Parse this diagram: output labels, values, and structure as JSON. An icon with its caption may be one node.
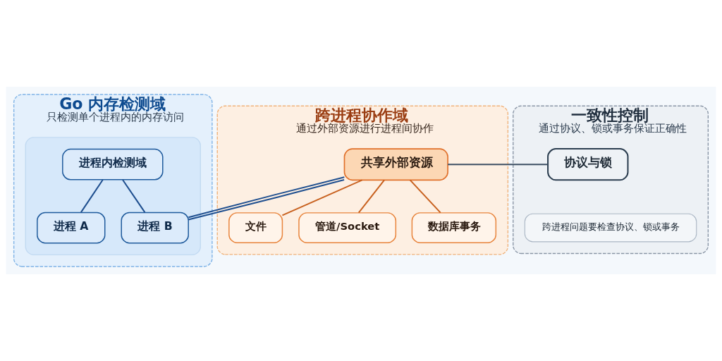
{
  "diagram": {
    "nodes": [
      {
        "text": [
          "Go 内存检测域",
          "只检测单个进程内的内存访问"
        ]
      },
      {
        "text": [],
        "shape": "box",
        "in": 0
      },
      {
        "text": [
          "进程内检测域"
        ],
        "in": 1
      },
      {
        "text": [
          "进程 A"
        ],
        "in": 1
      },
      {
        "text": [
          "进程 B"
        ],
        "in": 1
      },
      {
        "text": [
          "跨进程协作域",
          "通过外部资源进行进程间协作"
        ]
      },
      {
        "text": [
          "共享外部资源"
        ],
        "in": 5
      },
      {
        "text": [
          "文件"
        ],
        "in": 5
      },
      {
        "text": [
          "管道/Socket"
        ],
        "in": 5
      },
      {
        "text": [
          "数据库事务"
        ],
        "in": 5
      },
      {
        "text": [
          "一致性控制",
          "通过协议、锁或事务保证正确性"
        ]
      },
      {
        "text": [
          "协议与锁"
        ],
        "in": 10
      },
      {
        "text": [
          "跨进程问题要检查协议、锁或事务"
        ],
        "in": 10
      }
    ],
    "edges": [
      {
        "from": 2,
        "to": 3,
        "arrow": "none"
      },
      {
        "from": 2,
        "to": 4,
        "arrow": "none"
      },
      {
        "from": 4,
        "to": 6,
        "arrow": "none"
      },
      {
        "from": 4,
        "to": 6,
        "arrow": "none"
      },
      {
        "from": 6,
        "to": 7,
        "arrow": "none",
        "color": "#c8611f"
      },
      {
        "from": 6,
        "to": 8,
        "arrow": "none",
        "color": "#c8611f"
      },
      {
        "from": 6,
        "to": 9,
        "arrow": "none",
        "color": "#c8611f"
      },
      {
        "from": 6,
        "to": 11,
        "arrow": "none",
        "color": "#3d4f63"
      }
    ]
  }
}
